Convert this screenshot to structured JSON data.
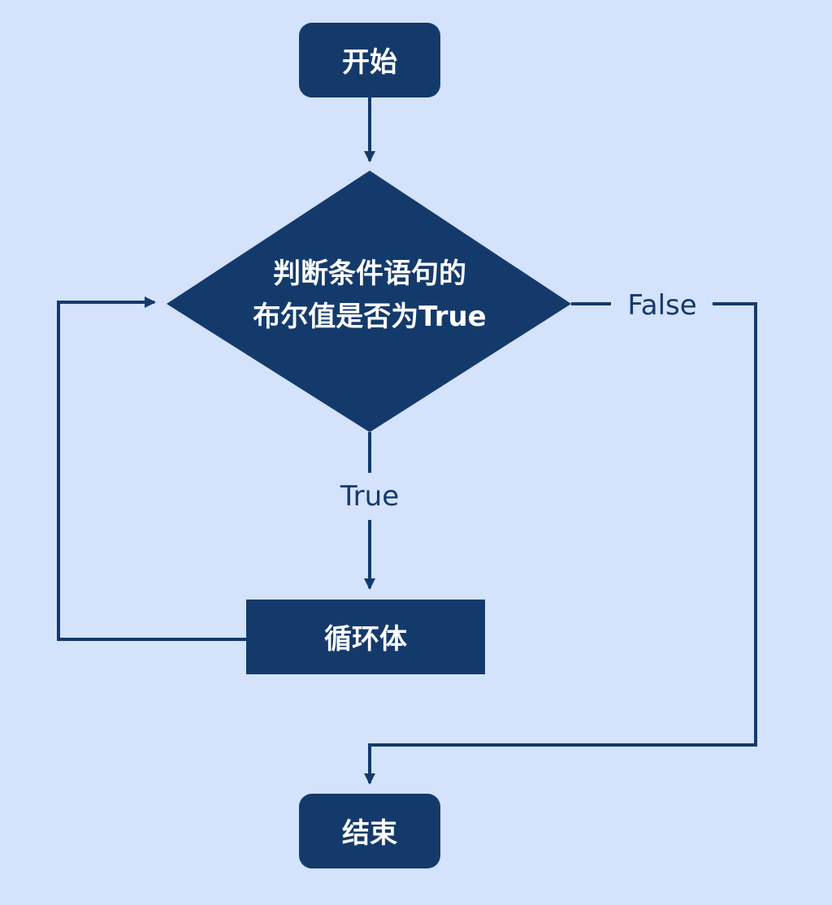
{
  "flowchart": {
    "start_label": "开始",
    "condition_line1": "判断条件语句的",
    "condition_line2": "布尔值是否为True",
    "true_label": "True",
    "false_label": "False",
    "loop_body_label": "循环体",
    "end_label": "结束"
  },
  "colors": {
    "background": "#d4e2fb",
    "node_fill": "#143a6c",
    "node_text": "#ffffff",
    "line": "#143a6c"
  }
}
